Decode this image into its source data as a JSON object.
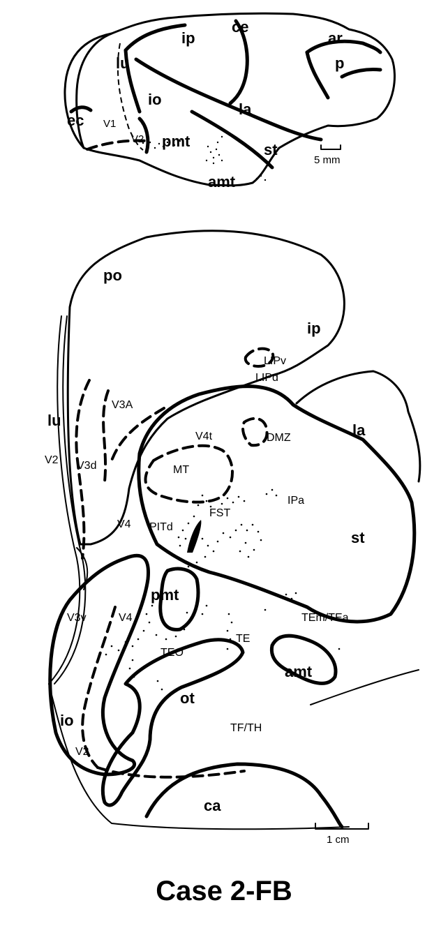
{
  "caption": "Case 2-FB",
  "lateral_view": {
    "labels": {
      "ip": "ip",
      "ce": "ce",
      "ar": "ar",
      "p": "p",
      "lu": "lu",
      "io": "io",
      "ec": "ec",
      "v1": "V1",
      "v2": "V2",
      "la": "la",
      "pmt": "pmt",
      "st": "st",
      "amt": "amt"
    },
    "scale_bar": "5 mm"
  },
  "flatmap": {
    "sulci": {
      "po": "po",
      "ip": "ip",
      "lu": "lu",
      "la": "la",
      "st": "st",
      "pmt": "pmt",
      "io": "io",
      "ot": "ot",
      "amt": "amt",
      "ca": "ca"
    },
    "areas": {
      "lipv": "LIPv",
      "lipd": "LIPd",
      "v3a": "V3A",
      "v4t": "V4t",
      "dmz": "DMZ",
      "v2_upper": "V2",
      "v3d": "V3d",
      "mt": "MT",
      "ipa": "IPa",
      "fst": "FST",
      "pitd": "PITd",
      "v4_upper": "V4",
      "v4_lower": "V4",
      "v3v": "V3v",
      "te": "TE",
      "teo": "TEO",
      "tem_tea": "TEm/TEa",
      "tf_th": "TF/TH",
      "v2_lower": "V2"
    },
    "scale_bar": "1 cm"
  }
}
